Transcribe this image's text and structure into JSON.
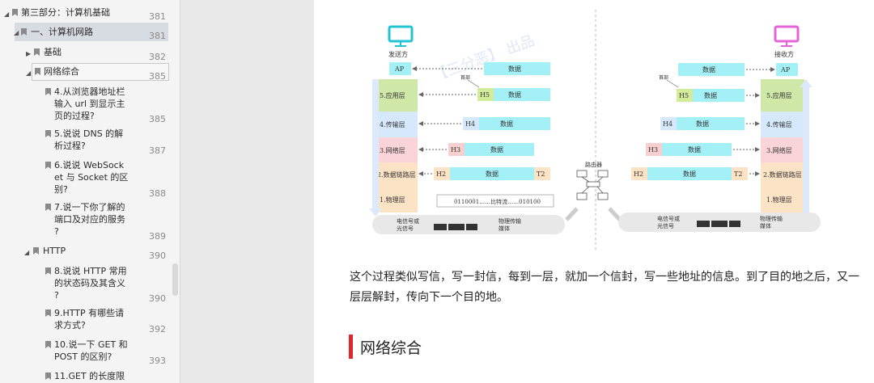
{
  "toc": {
    "items": [
      {
        "label": "第三部分：计算机基础",
        "page": "381"
      },
      {
        "label": "一、计算机网路",
        "page": "381"
      },
      {
        "label": "基础",
        "page": "382"
      },
      {
        "label": "网络综合",
        "page": "385"
      },
      {
        "label": "4.从浏览器地址栏\n输入 url 到显示主\n页的过程?",
        "page": "385"
      },
      {
        "label": "5.说说 DNS 的解\n析过程?",
        "page": "387"
      },
      {
        "label": "6.说说 WebSock\net 与 Socket 的区\n别?",
        "page": "388"
      },
      {
        "label": "7.说一下你了解的\n端口及对应的服务\n?",
        "page": "389"
      },
      {
        "label": "HTTP",
        "page": "390"
      },
      {
        "label": "8.说说 HTTP 常用\n的状态码及其含义\n?",
        "page": "390"
      },
      {
        "label": "9.HTTP 有哪些请\n求方式?",
        "page": "392"
      },
      {
        "label": "10.说一下 GET 和\nPOST 的区别?",
        "page": "393"
      },
      {
        "label": "11.GET 的长度限",
        "page": ""
      }
    ]
  },
  "diagram": {
    "sender_label": "发送方",
    "receiver_label": "接收方",
    "watermark": "【三分恶】 出品",
    "header_note": "首部",
    "data_label": "数据",
    "router_label": "路由器",
    "layers": [
      "AP",
      "5.应用层",
      "4.传输层",
      "3.网络层",
      "2.数据链路层",
      "1.物理层"
    ],
    "headers": {
      "h5": "H5",
      "h4": "H4",
      "h3": "H3",
      "h2": "H2",
      "t2": "T2"
    },
    "bitstream": "0110001……比特流……010100",
    "signal_label": "电信号或\n光信号",
    "medium_label": "物理传输\n媒体",
    "colors": {
      "app": "#cfe8a8",
      "transport": "#d6e8fb",
      "network": "#fad4d8",
      "link": "#fde3c6",
      "physical": "#fde3c6",
      "data": "#a3f1f7",
      "h5": "#d2ec9c",
      "h3": "#f7cfcf",
      "sender_monitor": "#22c3d3",
      "receiver_monitor": "#e463d8"
    }
  },
  "content": {
    "paragraph": "这个过程类似写信，写一封信，每到一层，就加一个信封，写一些地址的信息。到了目的地之后，又一层层解封，传向下一个目的地。",
    "heading": "网络综合"
  }
}
